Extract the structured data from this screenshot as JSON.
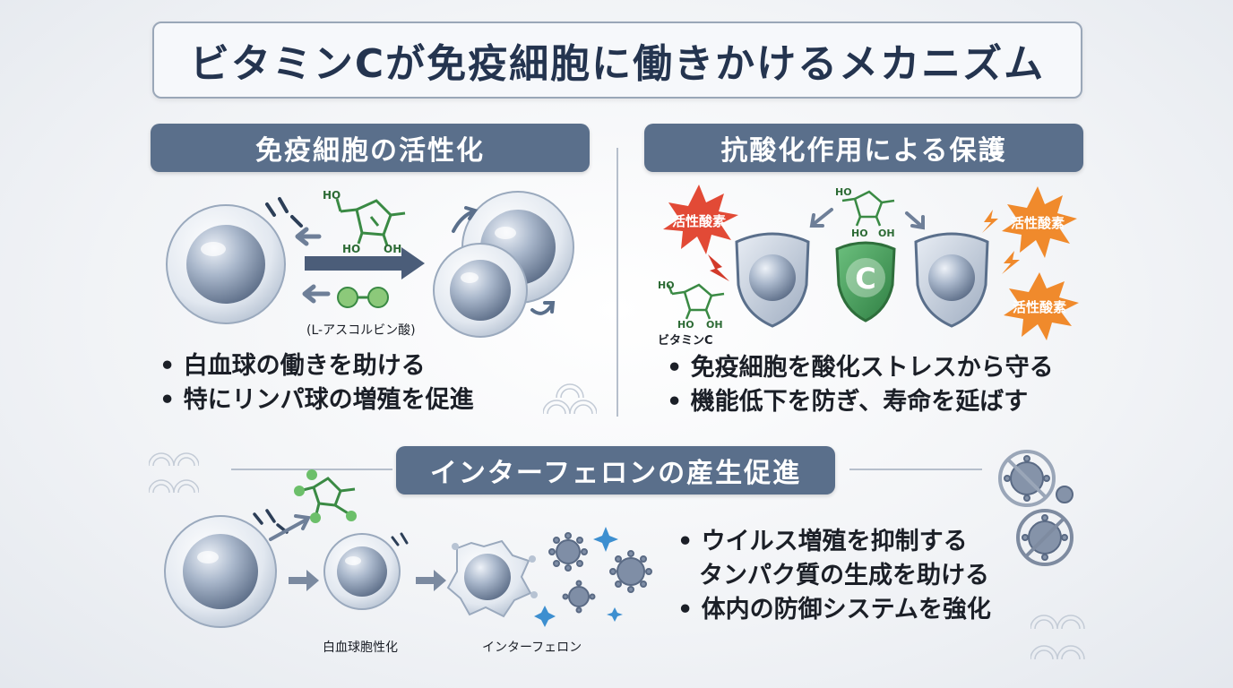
{
  "title": "ビタミンCが免疫細胞に働きかけるメカニズム",
  "sections": {
    "activation": {
      "header": "免疫細胞の活性化",
      "molecule_label": "(L-アスコルビン酸)",
      "bullets": [
        "• 白血球の働きを助ける",
        "• 特にリンパ球の増殖を促進"
      ]
    },
    "antioxidant": {
      "header": "抗酸化作用による保護",
      "ros_label": "活性酸素",
      "vitamin_label": "ビタミンC",
      "shield_letter": "C",
      "bullets": [
        "• 免疫細胞を酸化ストレスから守る",
        "• 機能低下を防ぎ、寿命を延ばす"
      ]
    },
    "interferon": {
      "header": "インターフェロンの産生促進",
      "cell_label": "白血球胞性化",
      "interferon_label": "インターフェロン",
      "bullets": [
        "• ウイルス増殖を抑制する",
        "タンパク質の生成を助ける",
        "• 体内の防御システムを強化"
      ]
    }
  },
  "molecule": {
    "oh": "OH",
    "ho": "HO"
  },
  "colors": {
    "header_bg": "#5a6f8b",
    "molecule_green": "#3a8a44",
    "shield_green": "#3f9c55",
    "ros_red": "#e24a36",
    "ros_orange": "#f08a2c",
    "cell_blue": "#8fa0b8"
  },
  "icons": [
    "arrow-right-icon",
    "virus-icon",
    "no-virus-icon",
    "sparkle-icon",
    "shield-icon",
    "starburst-icon",
    "wave-pattern-icon"
  ]
}
